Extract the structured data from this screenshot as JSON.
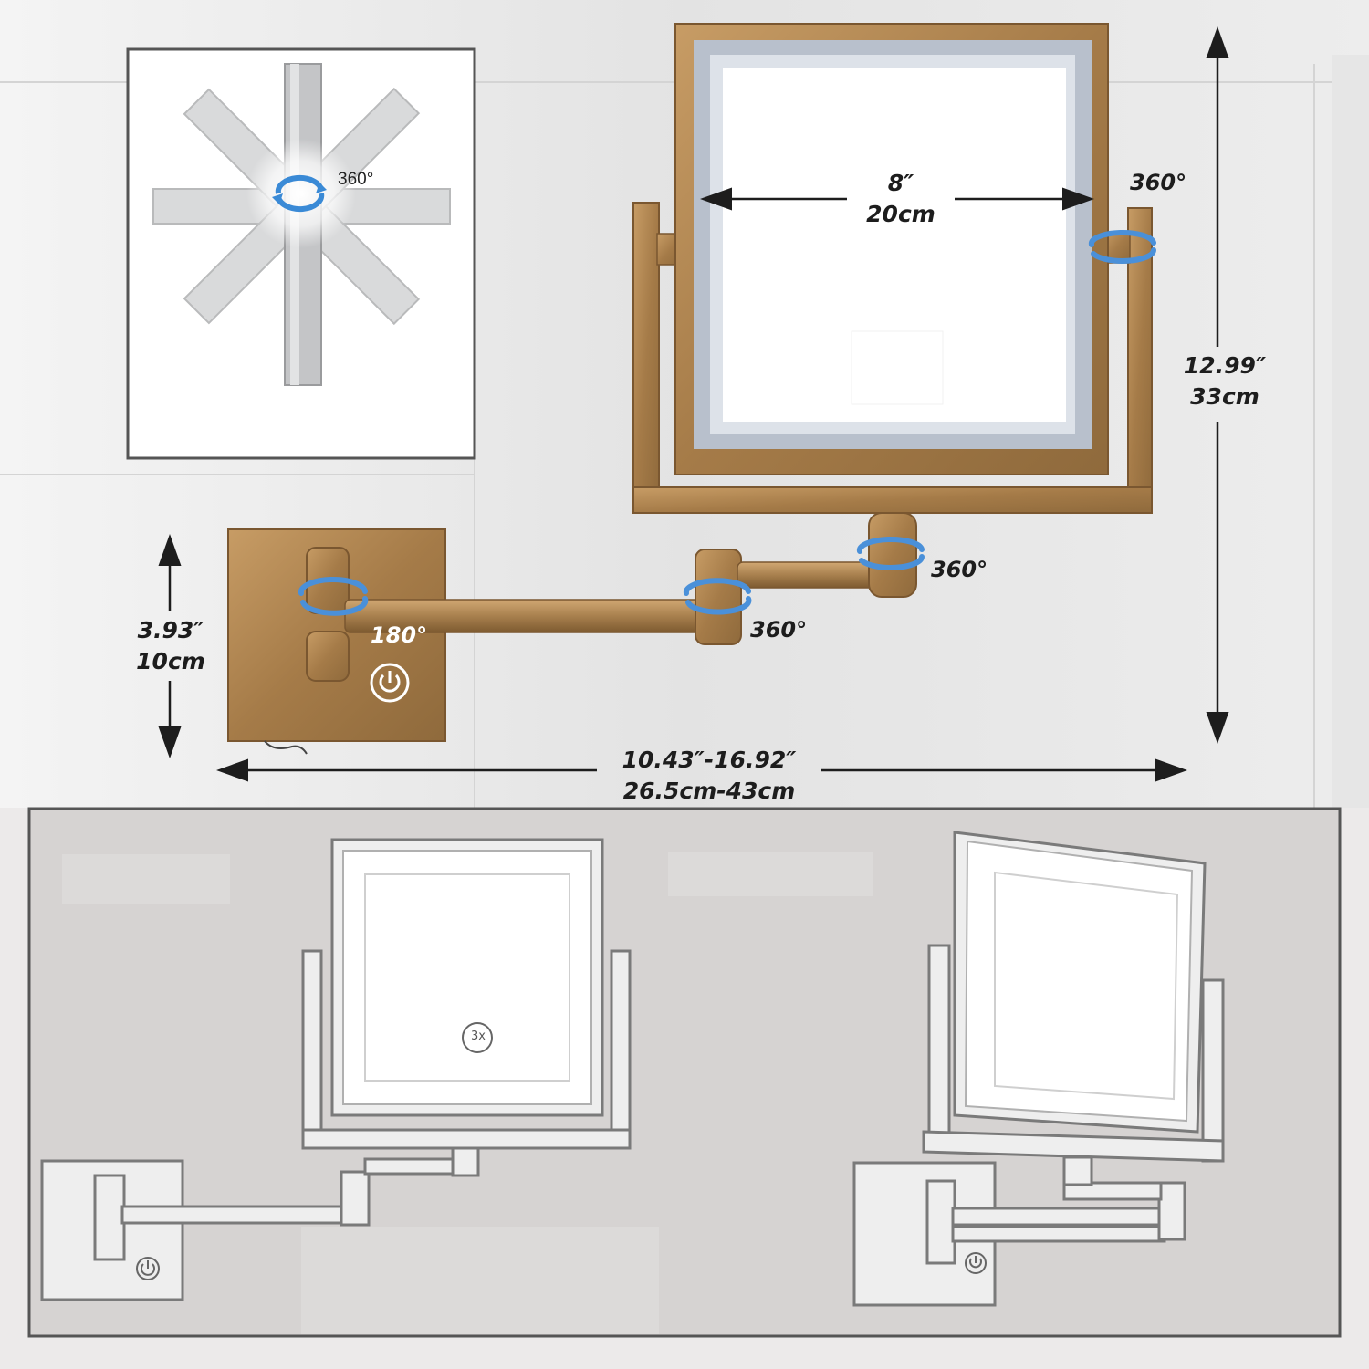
{
  "inset": {
    "rotation_label": "360°"
  },
  "dimensions": {
    "mirror_width": {
      "inch": "8″",
      "cm": "20cm"
    },
    "total_height": {
      "inch": "12.99″",
      "cm": "33cm"
    },
    "plate_height": {
      "inch": "3.93″",
      "cm": "10cm"
    },
    "arm_extension": {
      "inch": "10.43″-16.92″",
      "cm": "26.5cm-43cm"
    }
  },
  "rotations": {
    "mirror_pivot": "360°",
    "frame_base": "360°",
    "elbow": "360°",
    "wall_hinge": "180°"
  },
  "sketch": {
    "magnification_badge": "3x"
  },
  "colors": {
    "brass": "#b08653",
    "brass_dark": "#8a6437",
    "arrow_blue": "#4a90d9",
    "mirror_glow": "#ffffff",
    "sketch_line": "#7a7a7a",
    "panel_bg": "#d6d3d2"
  },
  "icons": [
    "rotate-arrow-icon",
    "power-button-icon",
    "magnification-badge-icon"
  ]
}
